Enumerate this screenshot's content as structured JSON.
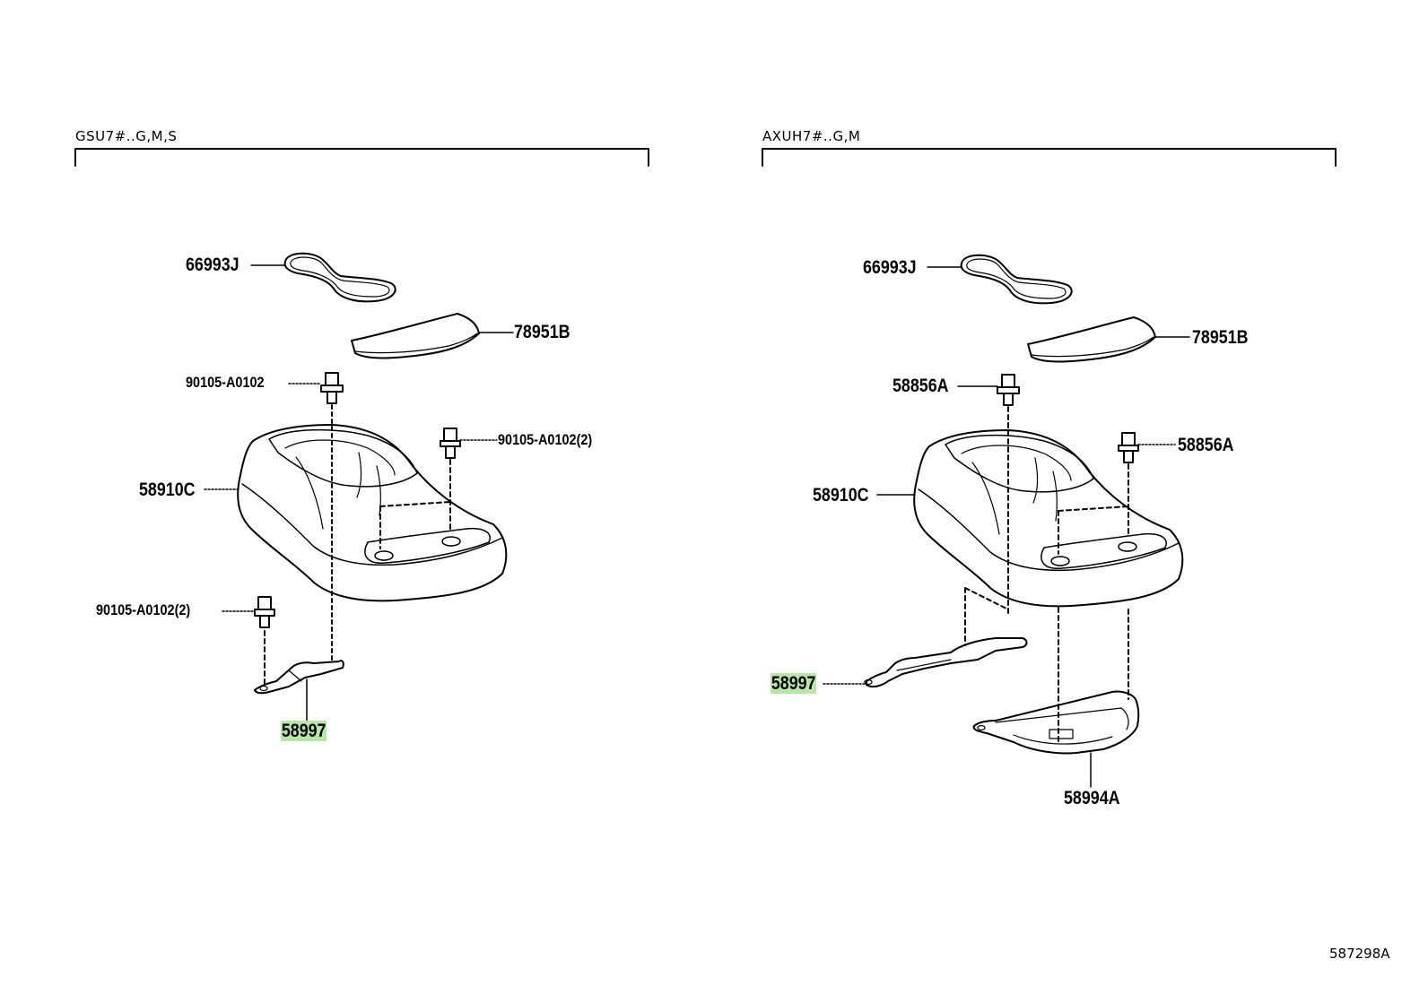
{
  "sections": [
    {
      "header": "GSU7#..G,M,S",
      "labels": {
        "seal": "66993J",
        "mat": "78951B",
        "bolt_top": "90105-A0102",
        "bolt_right": "90105-A0102(2)",
        "box": "58910C",
        "bolt_lower": "90105-A0102(2)",
        "bracket": "58997"
      }
    },
    {
      "header": "AXUH7#..G,M",
      "labels": {
        "seal": "66993J",
        "mat": "78951B",
        "bolt_top": "58856A",
        "bolt_right": "58856A",
        "box": "58910C",
        "bracket": "58997",
        "plate": "58994A"
      }
    }
  ],
  "highlighted_part": "58997",
  "highlight_color": "#b8e6a8",
  "illustration_code": "587298A"
}
